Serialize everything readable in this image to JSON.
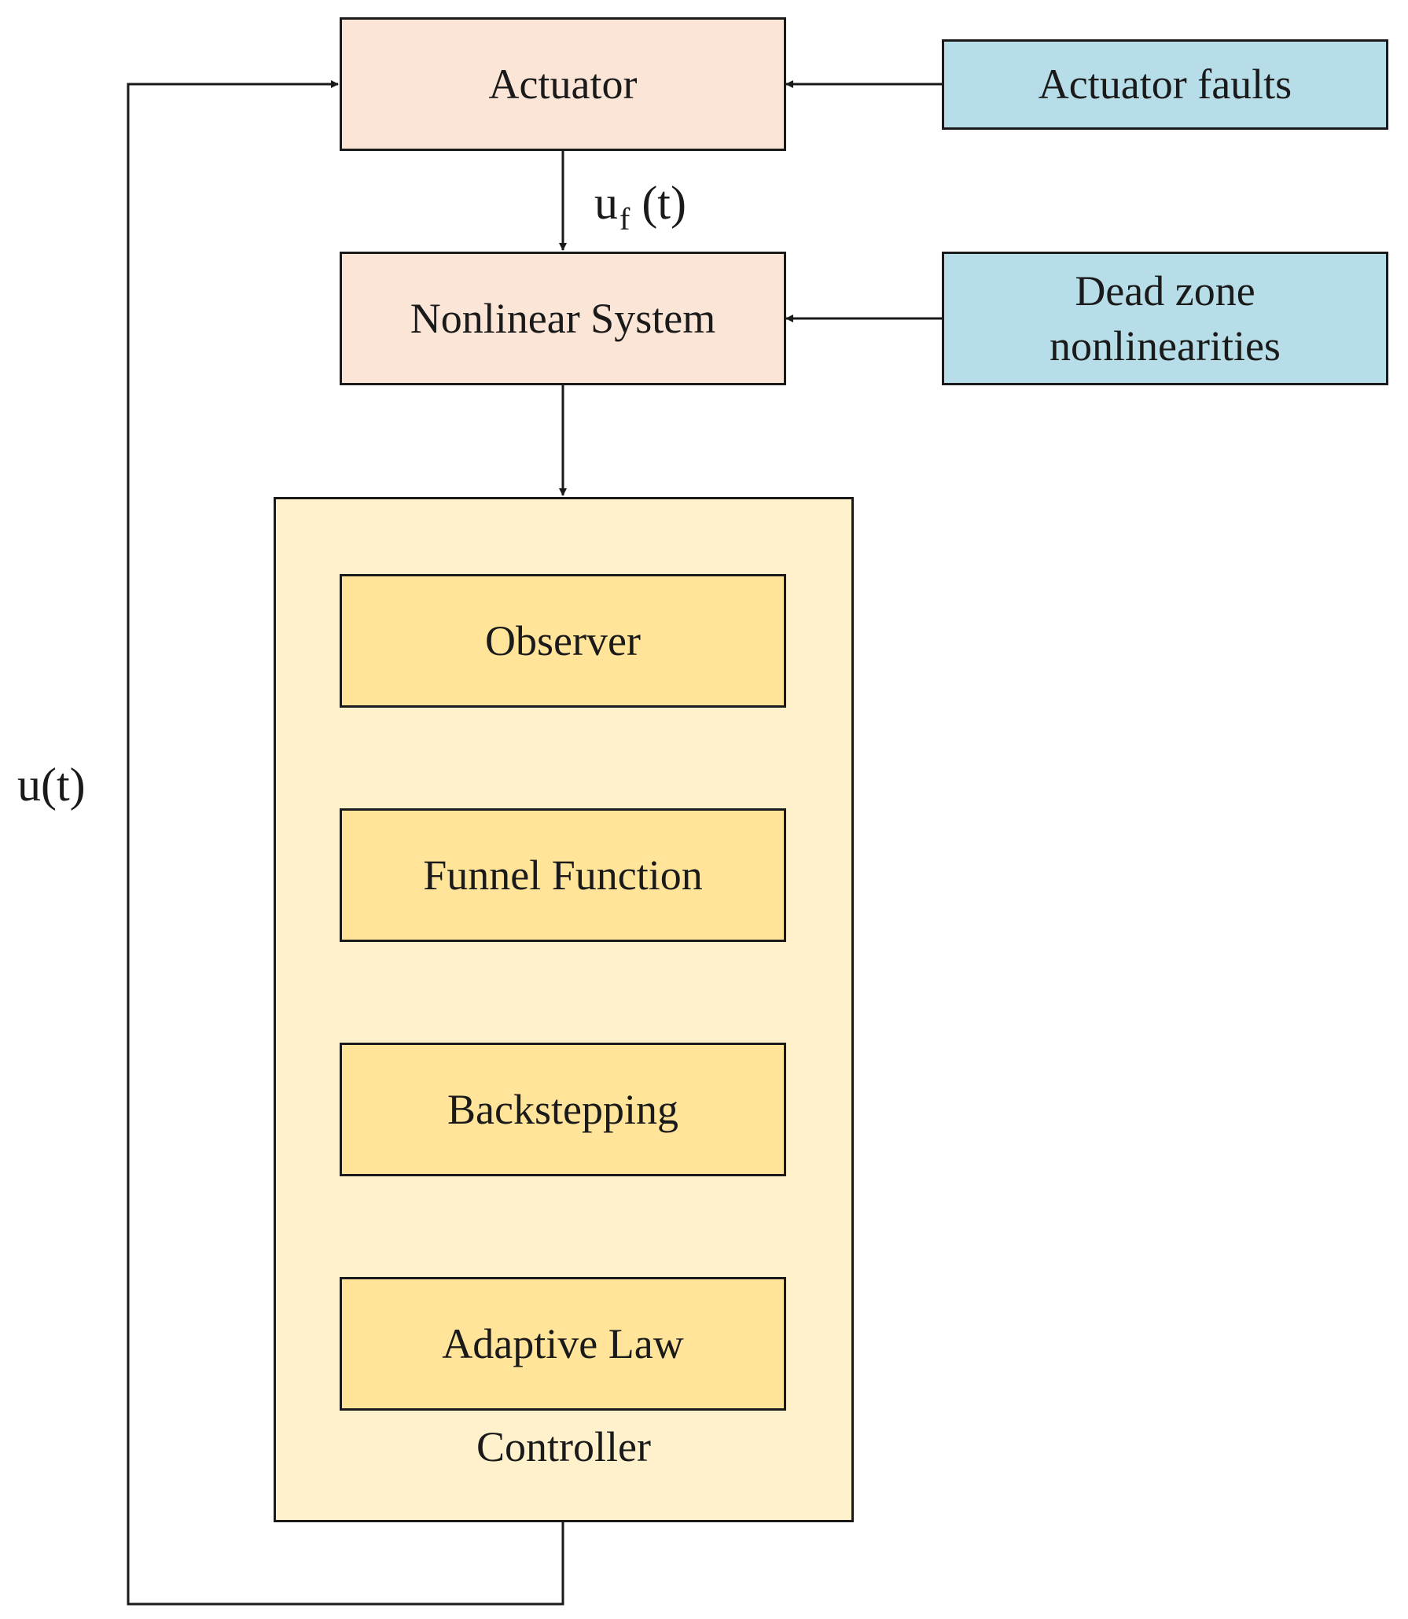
{
  "colors": {
    "system_block": "#fbe5d6",
    "external_block": "#b7dde8",
    "controller_container": "#fff1cc",
    "controller_block": "#ffe499",
    "line": "#1a1a1a"
  },
  "blocks": {
    "actuator": "Actuator",
    "actuator_faults": "Actuator faults",
    "nonlinear_system": "Nonlinear System",
    "dead_zone_line1": "Dead zone",
    "dead_zone_line2": "nonlinearities",
    "observer": "Observer",
    "funnel_function": "Funnel Function",
    "backstepping": "Backstepping",
    "adaptive_law": "Adaptive Law",
    "controller": "Controller"
  },
  "signals": {
    "uf_base": "u",
    "uf_sub": "f",
    "uf_arg": " (t)",
    "u": "u(t)"
  }
}
